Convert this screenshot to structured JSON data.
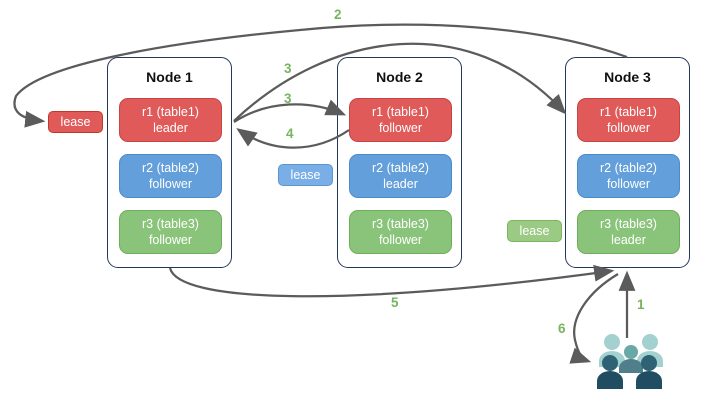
{
  "diagram": {
    "nodes": [
      {
        "title": "Node 1",
        "replicas": [
          {
            "name": "r1 (table1)",
            "role": "leader",
            "color": "red"
          },
          {
            "name": "r2 (table2)",
            "role": "follower",
            "color": "blue"
          },
          {
            "name": "r3 (table3)",
            "role": "follower",
            "color": "green"
          }
        ]
      },
      {
        "title": "Node 2",
        "replicas": [
          {
            "name": "r1 (table1)",
            "role": "follower",
            "color": "red"
          },
          {
            "name": "r2 (table2)",
            "role": "leader",
            "color": "blue"
          },
          {
            "name": "r3 (table3)",
            "role": "follower",
            "color": "green"
          }
        ]
      },
      {
        "title": "Node 3",
        "replicas": [
          {
            "name": "r1 (table1)",
            "role": "follower",
            "color": "red"
          },
          {
            "name": "r2 (table2)",
            "role": "follower",
            "color": "blue"
          },
          {
            "name": "r3 (table3)",
            "role": "leader",
            "color": "green"
          }
        ]
      }
    ],
    "lease_labels": [
      {
        "label": "lease",
        "color": "red"
      },
      {
        "label": "lease",
        "color": "blue"
      },
      {
        "label": "lease",
        "color": "green"
      }
    ],
    "steps": {
      "s1": "1",
      "s2": "2",
      "s3_top": "3",
      "s3_mid": "3",
      "s4": "4",
      "s5": "5",
      "s6": "6"
    },
    "icons": {
      "users_icon": "users-group"
    },
    "colors": {
      "replica_red": "#E05A5A",
      "replica_red_border": "#C64444",
      "replica_blue": "#639FDB",
      "replica_blue_border": "#4C8BCB",
      "replica_green": "#8AC47A",
      "replica_green_border": "#6FAE58",
      "lease_blue_bg": "#79AEE6",
      "lease_green_bg": "#9BCA85",
      "node_border": "#24385B",
      "arrow": "#5B5B5B",
      "step_number": "#76B55E",
      "users_light": "#A3D1CF",
      "users_medium": "#69A8A6",
      "users_medium_dark": "#4F7F8B",
      "users_dark_head": "#2F6275",
      "users_dark": "#204D61"
    }
  }
}
